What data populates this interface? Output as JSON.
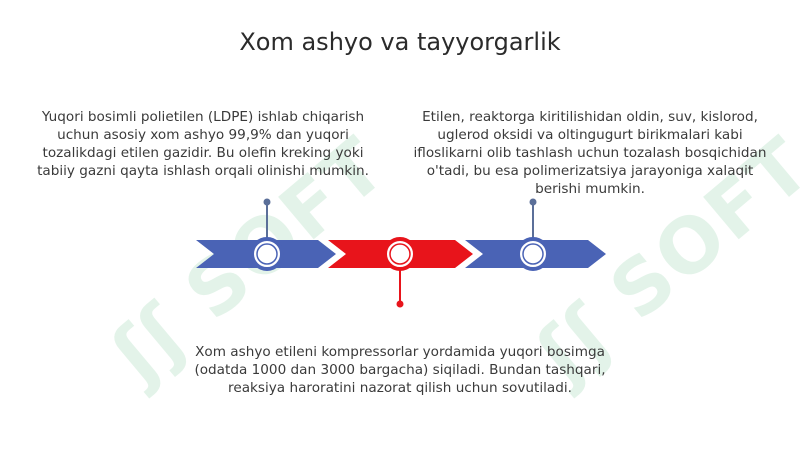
{
  "slide": {
    "title": "Xom ashyo va tayyorgarlik",
    "watermark_text": "SOFT",
    "watermark_color": "#dff2e6"
  },
  "steps": [
    {
      "text": "Yuqori bosimli polietilen (LDPE) ishlab chiqarish uchun asosiy xom ashyo 99,9% dan yuqori tozalikdagi etilen gazidir. Bu olefin kreking yoki tabiiy gazni qayta ishlash orqali olinishi mumkin.",
      "color": "#4a63b5",
      "label_position": "top"
    },
    {
      "text": "Xom ashyo etileni kompressorlar yordamida yuqori bosimga (odatda 1000 dan 3000 bargacha) siqiladi. Bundan tashqari, reaksiya haroratini nazorat qilish uchun sovutiladi.",
      "color": "#e8141b",
      "label_position": "bottom"
    },
    {
      "text": "Etilen, reaktorga kiritilishidan oldin, suv, kislorod, uglerod oksidi va oltingugurt birikmalari kabi ifloslikarni olib tashlash uchun tozalash bosqichidan o'tadi, bu esa polimerizatsiya jarayoniga xalaqit berishi mumkin.",
      "color": "#4a63b5",
      "label_position": "top"
    }
  ],
  "colors": {
    "blue": "#4a63b5",
    "red": "#e8141b",
    "connector_blue": "#5b6f99",
    "connector_red": "#e8141b"
  }
}
